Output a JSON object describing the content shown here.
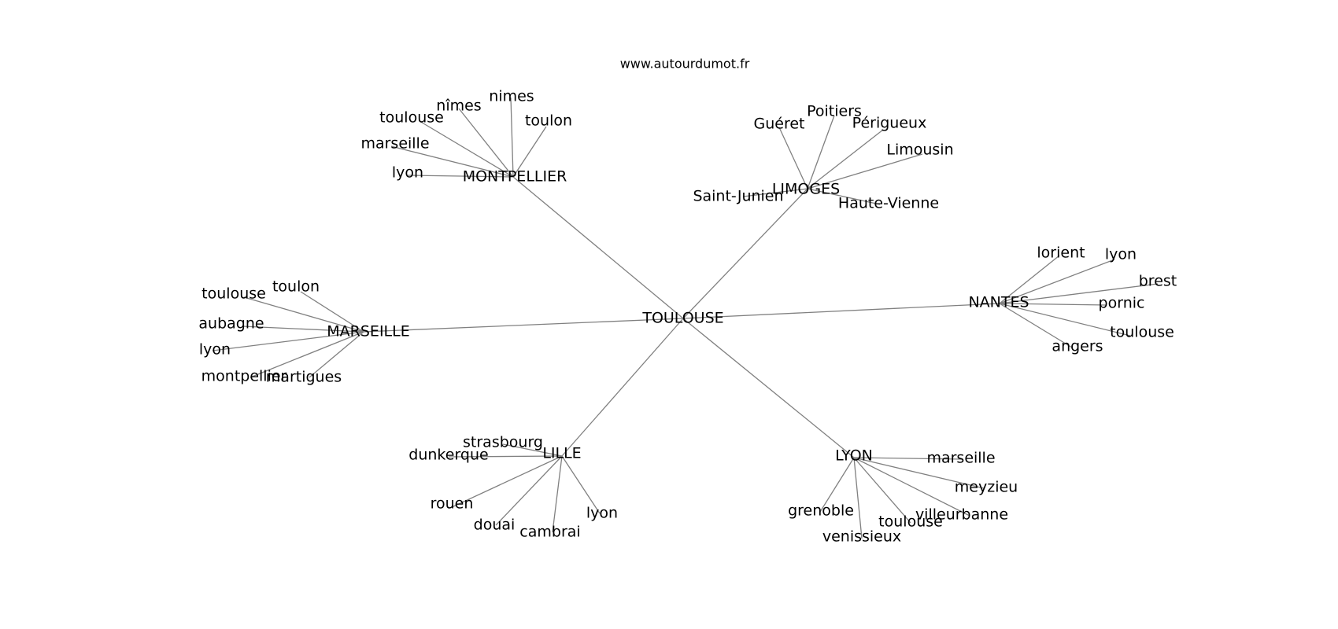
{
  "credit": "www.autourdumot.fr",
  "graph": {
    "center": "TOULOUSE",
    "hubs": [
      {
        "name": "MONTPELLIER",
        "leaves": [
          "lyon",
          "marseille",
          "toulouse",
          "nîmes",
          "nimes",
          "toulon"
        ]
      },
      {
        "name": "LIMOGES",
        "leaves": [
          "Saint-Junien",
          "Guéret",
          "Poitiers",
          "Périgueux",
          "Limousin",
          "Haute-Vienne"
        ]
      },
      {
        "name": "NANTES",
        "leaves": [
          "lorient",
          "lyon",
          "brest",
          "pornic",
          "toulouse",
          "angers"
        ]
      },
      {
        "name": "MARSEILLE",
        "leaves": [
          "toulon",
          "toulouse",
          "aubagne",
          "lyon",
          "montpellier",
          "martigues"
        ]
      },
      {
        "name": "LILLE",
        "leaves": [
          "strasbourg",
          "dunkerque",
          "rouen",
          "douai",
          "cambrai",
          "lyon"
        ]
      },
      {
        "name": "LYON",
        "leaves": [
          "marseille",
          "meyzieu",
          "villeurbanne",
          "toulouse",
          "venissieux",
          "grenoble"
        ]
      }
    ]
  }
}
